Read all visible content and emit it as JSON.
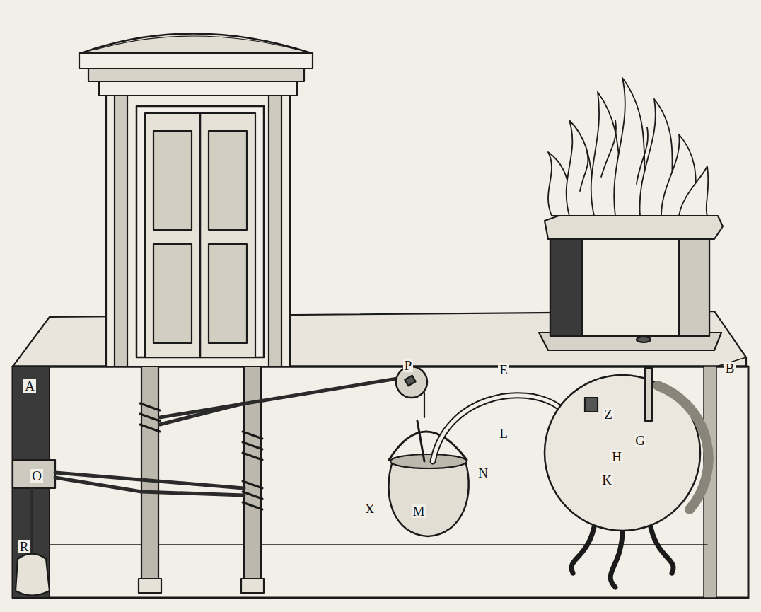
{
  "diagram": {
    "labels": [
      "A",
      "P",
      "E",
      "B",
      "Z",
      "G",
      "H",
      "K",
      "L",
      "N",
      "X",
      "M",
      "R",
      "O"
    ]
  }
}
